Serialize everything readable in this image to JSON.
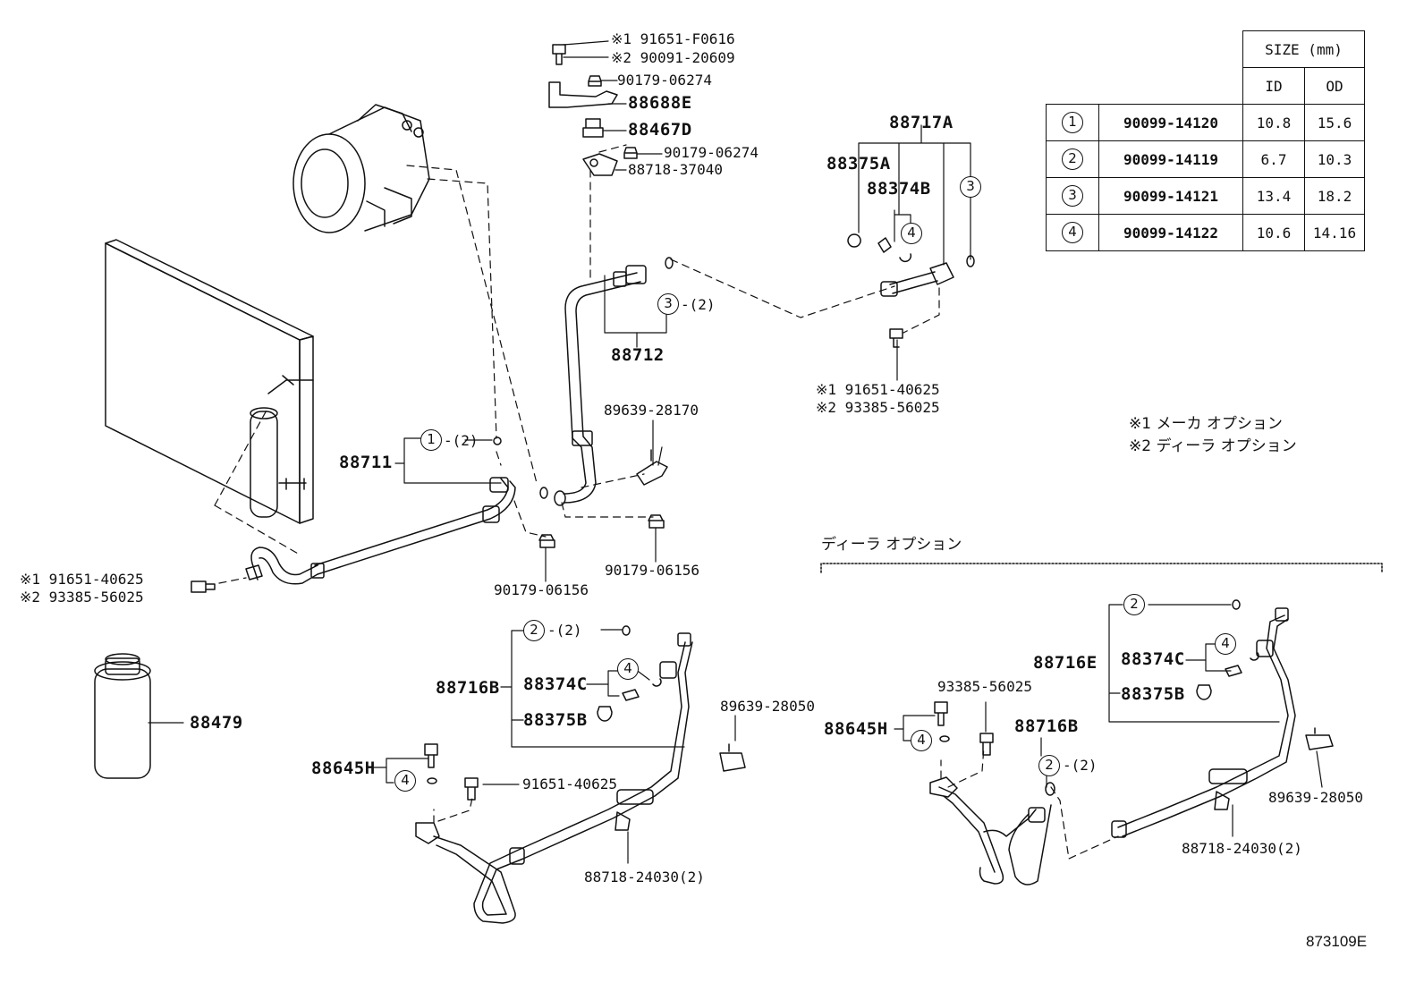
{
  "size_table": {
    "header": "SIZE (mm)",
    "col_id": "ID",
    "col_od": "OD",
    "rows": [
      {
        "ref": "1",
        "part": "90099-14120",
        "id": "10.8",
        "od": "15.6"
      },
      {
        "ref": "2",
        "part": "90099-14119",
        "id": "6.7",
        "od": "10.3"
      },
      {
        "ref": "3",
        "part": "90099-14121",
        "id": "13.4",
        "od": "18.2"
      },
      {
        "ref": "4",
        "part": "90099-14122",
        "id": "10.6",
        "od": "14.16"
      }
    ]
  },
  "legend": {
    "note1": "※1 メーカ オプション",
    "note2": "※2 ディーラ オプション"
  },
  "dealer_section_title": "ディーラ オプション",
  "figure_ref": "873109E",
  "labels": {
    "bolt_top_1": "※1 91651-F0616",
    "bolt_top_2": "※2 90091-20609",
    "nut_top": "90179-06274",
    "p88688E": "88688E",
    "p88467D": "88467D",
    "nut_clamp": "90179-06274",
    "clamp_top": "88718-37040",
    "p88717A": "88717A",
    "p88375A": "88375A",
    "p88374B": "88374B",
    "p88712": "88712",
    "qty_3": "-(2)",
    "bracket_mid": "89639-28170",
    "bolt_mid_1": "※1 91651-40625",
    "bolt_mid_2": "※2 93385-56025",
    "p88711": "88711",
    "qty_1": "-(2)",
    "bolt_left_1": "※1 91651-40625",
    "bolt_left_2": "※2 93385-56025",
    "nut_low_a": "90179-06156",
    "nut_low_b": "90179-06156",
    "p88479": "88479",
    "p88716B": "88716B",
    "qty_2a": "-(2)",
    "p88374C": "88374C",
    "p88375B": "88375B",
    "p88645H": "88645H",
    "bolt_low": "91651-40625",
    "bracket_low": "89639-28050",
    "clamp_low": "88718-24030(2)",
    "d_p88716E": "88716E",
    "d_p88374C": "88374C",
    "d_p88375B": "88375B",
    "d_bolt": "93385-56025",
    "d_p88645H": "88645H",
    "d_p88716B": "88716B",
    "d_qty_2": "-(2)",
    "d_bracket": "89639-28050",
    "d_clamp": "88718-24030(2)"
  },
  "circles": {
    "one": "1",
    "two": "2",
    "three": "3",
    "four": "4"
  }
}
